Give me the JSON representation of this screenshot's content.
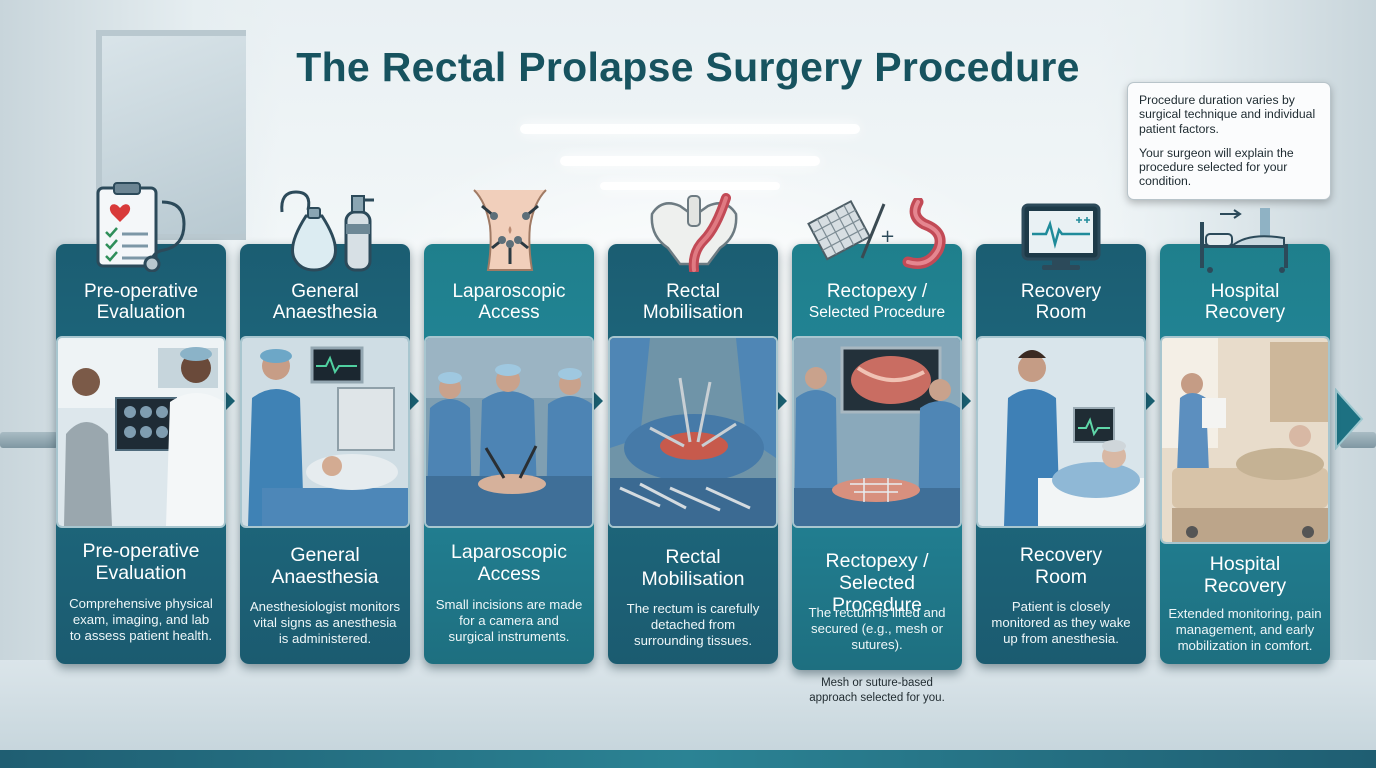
{
  "title": "The Rectal Prolapse Surgery Procedure",
  "note": {
    "line1": "Procedure duration varies by surgical technique and individual patient factors.",
    "line2": "Your surgeon will explain the procedure selected for your condition."
  },
  "steps": [
    {
      "head": [
        "Pre-operative",
        "Evaluation"
      ],
      "title": [
        "Pre-operative",
        "Evaluation"
      ],
      "desc": [
        "Comprehensive physical",
        "exam, imaging, and lab",
        "to assess patient health."
      ],
      "icon": "clipboard-stethoscope-icon"
    },
    {
      "head": [
        "General",
        "Anaesthesia"
      ],
      "title": [
        "General",
        "Anaesthesia"
      ],
      "desc": [
        "Anesthesiologist monitors",
        "vital signs as anesthesia",
        "is administered."
      ],
      "icon": "anesthesia-mask-oxygen-icon"
    },
    {
      "head": [
        "Laparoscopic",
        "Access"
      ],
      "title": [
        "Laparoscopic",
        "Access"
      ],
      "desc": [
        "Small incisions are made",
        "for a camera and",
        "surgical instruments."
      ],
      "icon": "abdomen-ports-icon"
    },
    {
      "head": [
        "Rectal",
        "Mobilisation"
      ],
      "title": [
        "Rectal",
        "Mobilisation"
      ],
      "desc": [
        "The rectum is carefully",
        "detached from",
        "surrounding tissues."
      ],
      "icon": "pelvis-rectum-icon"
    },
    {
      "head": [
        "Rectopexy /",
        "Selected Procedure"
      ],
      "title": [
        "Rectopexy /",
        "Selected Procedure"
      ],
      "desc": [
        "The rectum is lifted and",
        "secured (e.g., mesh or",
        "sutures)."
      ],
      "icon": "mesh-rectum-icon"
    },
    {
      "head": [
        "Recovery",
        "Room"
      ],
      "title": [
        "Recovery",
        "Room"
      ],
      "desc": [
        "Patient is closely",
        "monitored as they wake",
        "up from anesthesia."
      ],
      "icon": "vital-monitor-icon"
    },
    {
      "head": [
        "Hospital",
        "Recovery"
      ],
      "title": [
        "Hospital",
        "Recovery"
      ],
      "desc": [
        "Extended monitoring, pain",
        "management, and early",
        "mobilization in comfort."
      ],
      "icon": "hospital-bed-icon"
    }
  ],
  "caption": [
    "Mesh or suture-based",
    "approach selected for you."
  ],
  "colors": {
    "title": "#17535f",
    "panel_dark": "#1b5d72",
    "panel_teal": "#1f7f8c",
    "accent": "#2b8394"
  }
}
